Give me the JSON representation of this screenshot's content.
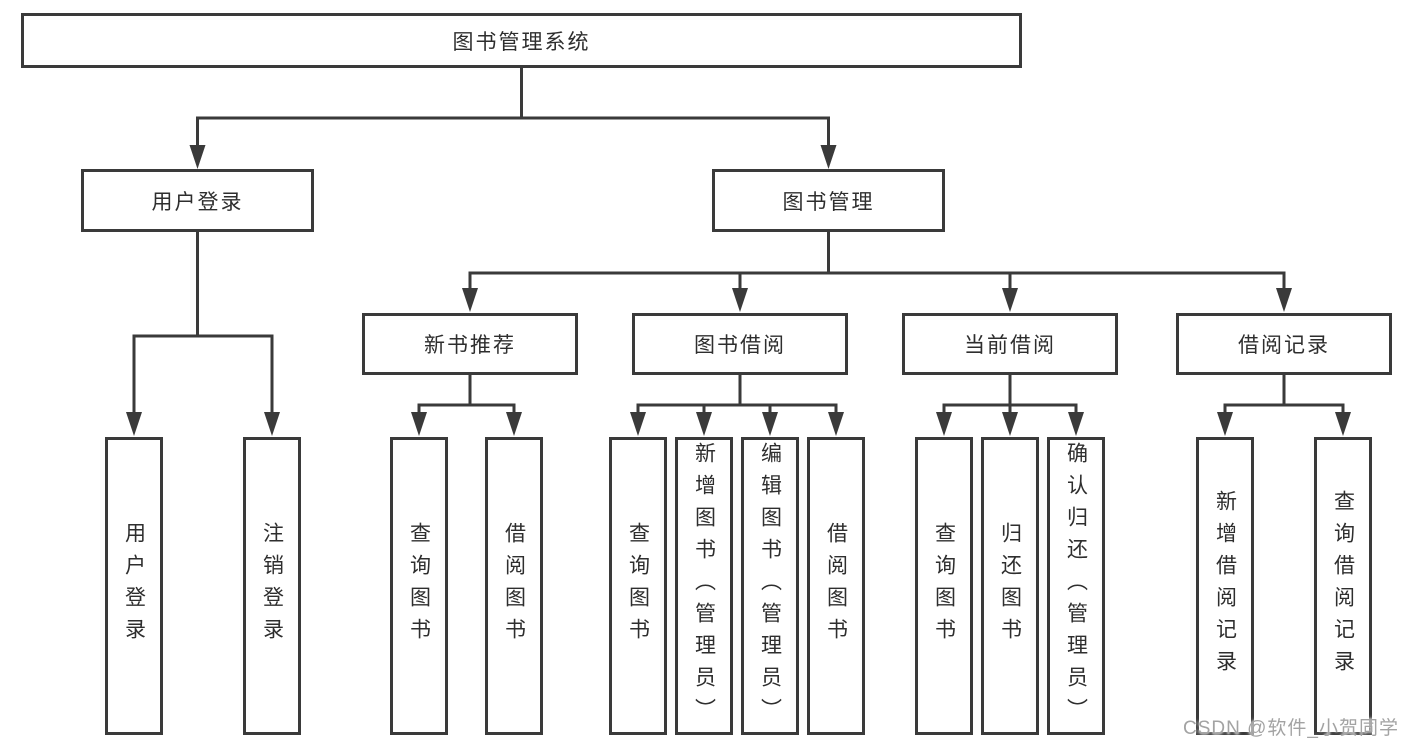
{
  "diagram": {
    "root": {
      "label": "图书管理系统"
    },
    "level2": [
      {
        "label": "用户登录"
      },
      {
        "label": "图书管理"
      }
    ],
    "user_login_children": [
      {
        "label": "用户登录"
      },
      {
        "label": "注销登录"
      }
    ],
    "book_management_groups": [
      {
        "label": "新书推荐",
        "children": [
          {
            "label": "查询图书"
          },
          {
            "label": "借阅图书"
          }
        ]
      },
      {
        "label": "图书借阅",
        "children": [
          {
            "label": "查询图书"
          },
          {
            "label": "新增图书（管理员）"
          },
          {
            "label": "编辑图书（管理员）"
          },
          {
            "label": "借阅图书"
          }
        ]
      },
      {
        "label": "当前借阅",
        "children": [
          {
            "label": "查询图书"
          },
          {
            "label": "归还图书"
          },
          {
            "label": "确认归还（管理员）"
          }
        ]
      },
      {
        "label": "借阅记录",
        "children": [
          {
            "label": "新增借阅记录"
          },
          {
            "label": "查询借阅记录"
          }
        ]
      }
    ]
  },
  "watermark": {
    "text": "CSDN @软件_小贺同学"
  },
  "colors": {
    "line": "#3a3a3a",
    "box_border": "#3a3a3a",
    "text": "#2e2e2e",
    "watermark": "#a3a3a3",
    "background": "#ffffff"
  }
}
